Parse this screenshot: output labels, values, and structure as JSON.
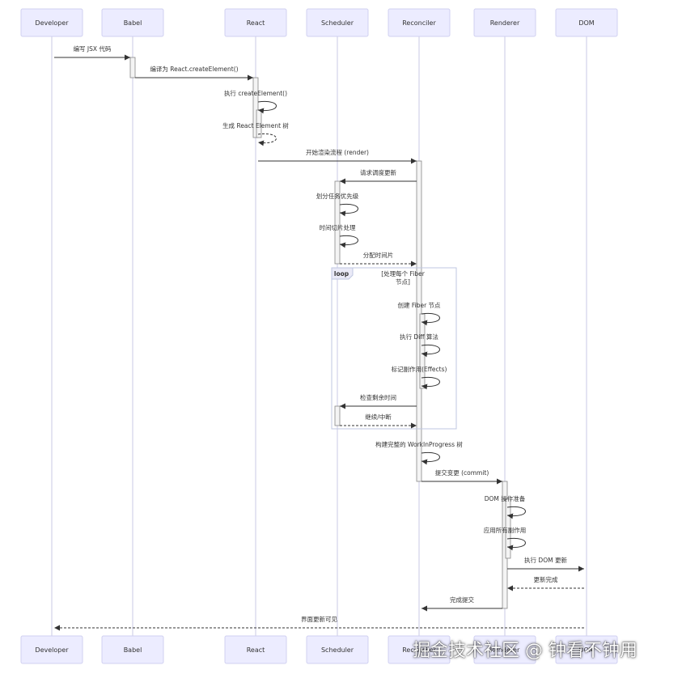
{
  "actors": [
    "Developer",
    "Babel",
    "React",
    "Scheduler",
    "Reconciler",
    "Renderer",
    "DOM"
  ],
  "messages": [
    {
      "from": 0,
      "to": 1,
      "label": "编写 JSX 代码",
      "dashed": false
    },
    {
      "from": 1,
      "to": 2,
      "label": "编译为 React.createElement()",
      "dashed": false
    },
    {
      "from": 2,
      "to": 2,
      "label": "执行 createElement()",
      "dashed": false
    },
    {
      "from": 2,
      "to": 2,
      "label": "生成 React Element 树",
      "dashed": true
    },
    {
      "from": 2,
      "to": 4,
      "label": "开始渲染流程 (render)",
      "dashed": false
    },
    {
      "from": 4,
      "to": 3,
      "label": "请求调度更新",
      "dashed": false
    },
    {
      "from": 3,
      "to": 3,
      "label": "划分任务优先级",
      "dashed": false
    },
    {
      "from": 3,
      "to": 3,
      "label": "时间切片处理",
      "dashed": false
    },
    {
      "from": 3,
      "to": 4,
      "label": "分配时间片",
      "dashed": true
    },
    {
      "from": 4,
      "to": 4,
      "label": "创建 Fiber 节点",
      "dashed": false
    },
    {
      "from": 4,
      "to": 4,
      "label": "执行 Diff 算法",
      "dashed": false
    },
    {
      "from": 4,
      "to": 4,
      "label": "标记副作用(Effects)",
      "dashed": false
    },
    {
      "from": 4,
      "to": 3,
      "label": "检查剩余时间",
      "dashed": false
    },
    {
      "from": 3,
      "to": 4,
      "label": "继续/中断",
      "dashed": true
    },
    {
      "from": 4,
      "to": 4,
      "label": "构建完整的 WorkInProgress 树",
      "dashed": false
    },
    {
      "from": 4,
      "to": 5,
      "label": "提交变更 (commit)",
      "dashed": false
    },
    {
      "from": 5,
      "to": 5,
      "label": "DOM 操作准备",
      "dashed": false
    },
    {
      "from": 5,
      "to": 5,
      "label": "应用所有副作用",
      "dashed": false
    },
    {
      "from": 5,
      "to": 6,
      "label": "执行 DOM 更新",
      "dashed": false
    },
    {
      "from": 6,
      "to": 5,
      "label": "更新完成",
      "dashed": true
    },
    {
      "from": 5,
      "to": 4,
      "label": "完成提交",
      "dashed": false
    },
    {
      "from": 6,
      "to": 0,
      "label": "界面更新可见",
      "dashed": true
    }
  ],
  "loop": {
    "label": "loop",
    "condition_lines": [
      "[处理每个 Fiber",
      "节点]"
    ]
  },
  "watermark": "掘金技术社区 @ 钟看不钟用",
  "colors": {
    "actor_fill": "#ececff",
    "actor_stroke": "#d0d0f0",
    "lifeline": "#c9c9e6",
    "loop_stroke": "#bfc7e0"
  }
}
